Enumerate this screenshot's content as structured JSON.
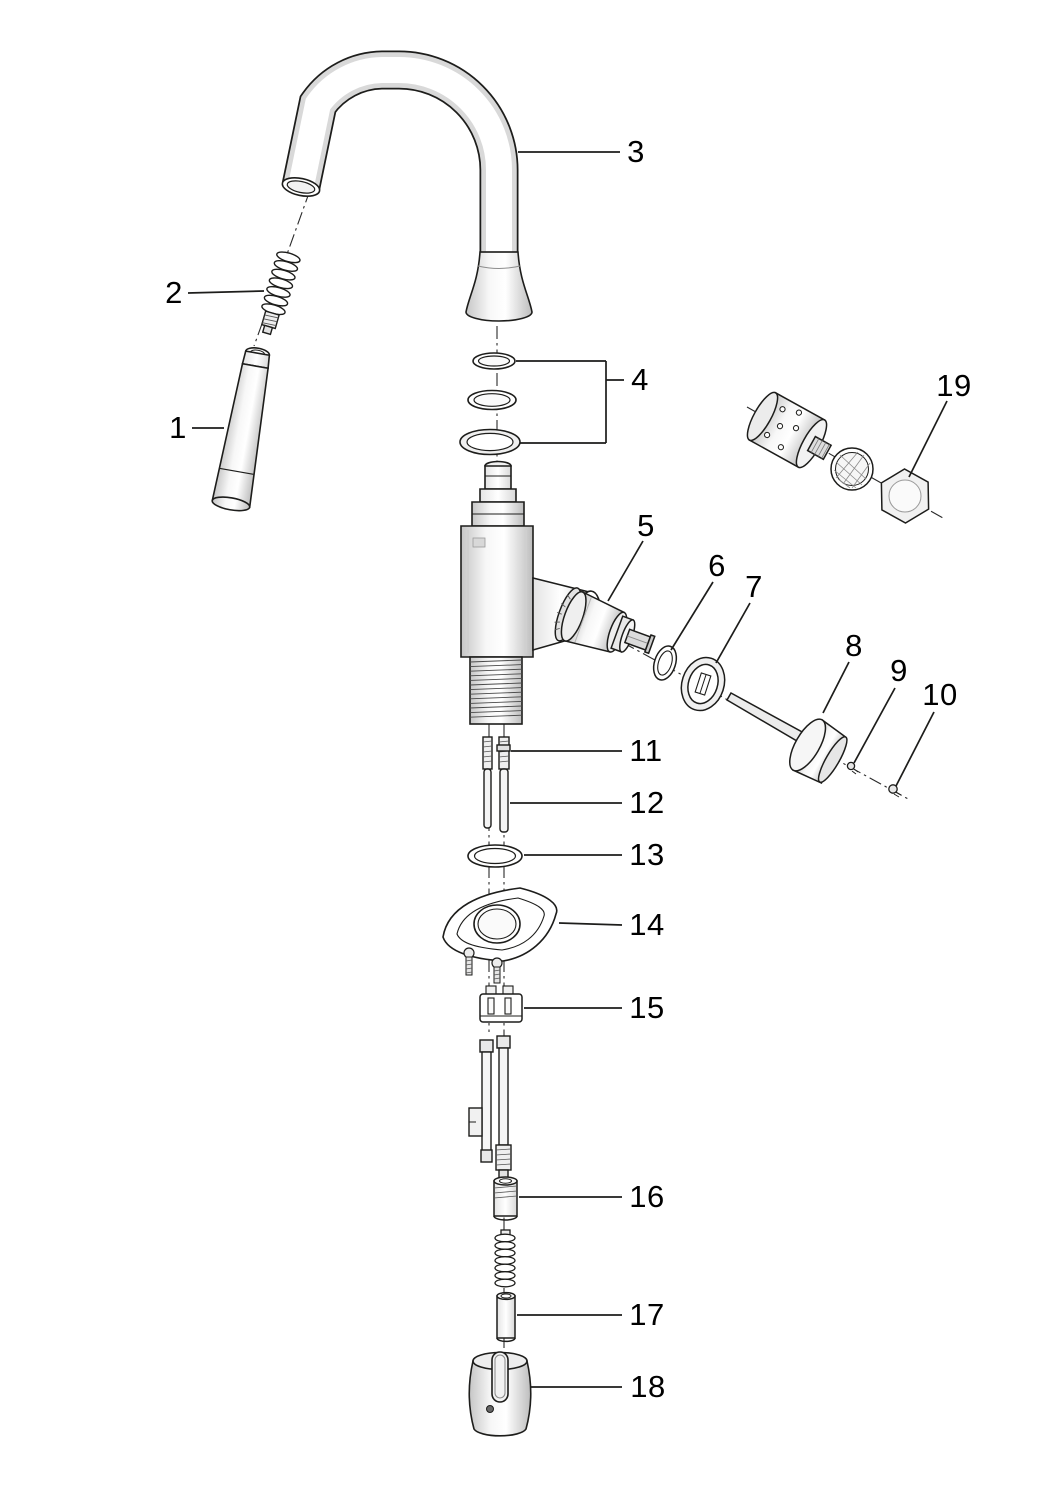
{
  "meta": {
    "title": "Faucet exploded parts diagram",
    "background": "#ffffff",
    "line_color": "#1d1d1b",
    "axis_color": "#2a2a2a"
  },
  "labels": [
    {
      "num": "1",
      "part": "spray-wand"
    },
    {
      "num": "2",
      "part": "spring"
    },
    {
      "num": "3",
      "part": "spout"
    },
    {
      "num": "4",
      "part": "o-ring-set"
    },
    {
      "num": "5",
      "part": "cartridge"
    },
    {
      "num": "6",
      "part": "o-ring"
    },
    {
      "num": "7",
      "part": "cap"
    },
    {
      "num": "8",
      "part": "handle"
    },
    {
      "num": "9",
      "part": "set-screw"
    },
    {
      "num": "10",
      "part": "set-screw"
    },
    {
      "num": "11",
      "part": "hose-fitting"
    },
    {
      "num": "12",
      "part": "supply-tubes"
    },
    {
      "num": "13",
      "part": "o-ring"
    },
    {
      "num": "14",
      "part": "mounting-bracket"
    },
    {
      "num": "15",
      "part": "clip"
    },
    {
      "num": "16",
      "part": "adapter"
    },
    {
      "num": "17",
      "part": "spacer-tube"
    },
    {
      "num": "18",
      "part": "hose-weight"
    },
    {
      "num": "19",
      "part": "cartridge-assembly"
    }
  ]
}
